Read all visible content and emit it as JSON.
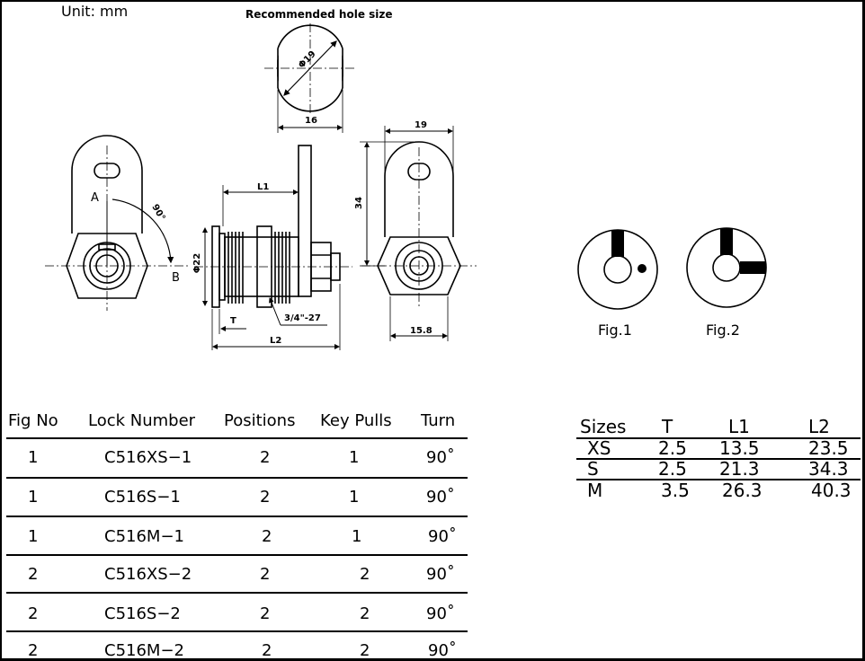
{
  "unit_label": "Unit:  mm",
  "recommended_hole_label": "Recommended hole size",
  "dimensions": {
    "hole_diameter": "Φ19",
    "hole_width": "16",
    "rotation_angle": "90°",
    "position_a": "A",
    "position_b": "B",
    "body_diameter": "Φ22",
    "length_l1": "L1",
    "thickness_t": "T",
    "thread": "3/4\"-27",
    "length_l2": "L2",
    "cam_width": "19",
    "cam_length": "34",
    "nut_width": "15.8"
  },
  "figures": {
    "fig1": "Fig.1",
    "fig2": "Fig.2"
  },
  "lock_table": {
    "headers": [
      "Fig  No",
      "Lock  Number",
      "Positions",
      "Key  Pulls",
      "Turn"
    ],
    "rows": [
      [
        "1",
        "C516XS−1",
        "2",
        "1",
        "90˚"
      ],
      [
        "1",
        "C516S−1",
        "2",
        "1",
        "90˚"
      ],
      [
        "1",
        "C516M−1",
        "2",
        "1",
        "90˚"
      ],
      [
        "2",
        "C516XS−2",
        "2",
        "2",
        "90˚"
      ],
      [
        "2",
        "C516S−2",
        "2",
        "2",
        "90˚"
      ],
      [
        "2",
        "C516M−2",
        "2",
        "2",
        "90˚"
      ]
    ]
  },
  "size_table": {
    "headers": [
      "Sizes",
      "T",
      "L1",
      "L2"
    ],
    "rows": [
      [
        "XS",
        "2.5",
        "13.5",
        "23.5"
      ],
      [
        "S",
        "2.5",
        "21.3",
        "34.3"
      ],
      [
        "M",
        "3.5",
        "26.3",
        "40.3"
      ]
    ]
  }
}
